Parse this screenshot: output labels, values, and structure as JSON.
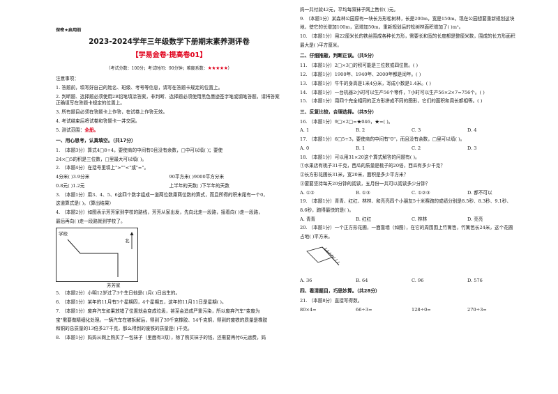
{
  "header": {
    "secret": "保密★启用前",
    "title": "2023-2024学年三年级数学下册期末素养测评卷",
    "subtitle": "【学易金卷·提高卷01】",
    "meta": "（考试分数：100分；考试时间：90分钟；难度系数：",
    "stars": "★★★★★",
    "meta_end": "）"
  },
  "notes": {
    "heading": "注意事项：",
    "items": [
      "1. 答题前，填写好自己的姓名、班级、考号等信息，请写在答题卡规定的位置上。",
      "2. 判断题、选择题必须使用2B铅笔填涂答案，非判断、选择题必须使用黑色墨迹签字笔或钢笔答题，请将答案正确填写在答题卡规定的位置上。",
      "3. 所有题目必须在答题卡上作答，在试卷上作答无效。",
      "4. 考试结束后将试卷和答题卡一并交回。"
    ],
    "item5_prefix": "5. 测试范围：",
    "item5_value": "全册。"
  },
  "left_questions": {
    "sec1": "一、用心思考，认真填空。（共17分）",
    "q1a": "1. （本题3分）算式4□8÷4，要使商的中间有0且没有余数，□中可以填(          )；要使",
    "q1b": "24×□5的积是三位数，□里最大可以填(          )。",
    "q2": "2. （本题4分）在括号里填上\">\"\"<\"或\"=\"。",
    "q2r1": [
      "4分米(     )3.9分米",
      "90平方米(     )9000平方分米"
    ],
    "q2r2": [
      "0.8元(     )1.2元",
      "上半年的天数(     )下半年的天数"
    ],
    "q3a": "3. （本题1分）用3、4、5、6这四个数字组成一道两位数乘两位数的算式，而且所得的积末尾有一个0，",
    "q3b": "这道算式是(                    )。（算出结果）",
    "q4a": "4. （本题2分）如图表示芳芳家到学校的路线，芳芳从家出发，先向北走一段路，接着向(          )走一段路，",
    "q4b": "最后再向(          )走一段路就到学校了。",
    "map_school": "学校",
    "map_north": "北",
    "map_home": "芳芳家",
    "q5": "5. （本题2分）小明12岁过了3个生日他是(          )月(          )日出生的。",
    "q6": "6. （本题1分）某年的11月有5个星期四，4个星期五，这年的11月11日是星期(          )。",
    "q7a": "7. （本题1分）废弃汽车如果放错了位置就会变成垃圾，甚至会造成严重污染，所以废弃汽车\"变废为",
    "q7b": "宝\"需要做精细化处理。一辆汽车在被拆解后，得到了39千克橡胶、14千克铜，得到的废铁的质量是橡胶",
    "q7c": "和铜的总质量的13倍多27千克，那么得到的废铁的质量是(          )千克。",
    "q8": "8. （本题1分）妈妈从网上购买了一包袜子（里面有3双），除了购买袜子的钱，还需要再付6元运费，妈"
  },
  "right_questions": {
    "q8end": "妈一共付款42元，平均每双袜子网上售价(          )元。",
    "q9a": "9. （本题1分）某森林公园原有一块长方形松树林，长是200m，宽是150m，现在公园想要重新规划这块",
    "q9b": "地，使它的长增加100m，宽增加50m，重新规划后的松树林面积增加了(          )m²。",
    "q10a": "10. （本题1分）用22厘米长的铁丝围成各种长方形，需要长和宽的长度都是整厘米数，围成的长方形面积",
    "q10b": "最大是(          )平方厘米。",
    "sec2": "二、仔细推敲，判断正误。（共5分）",
    "q11": "11. （本题1分）2□×3□的积可能是三位数或四位数。(       )",
    "q12": "12. （本题1分）1900年、1940年、2000年都是闰年。(       )",
    "q13": "13. （本题1分）牛牛的身高是1米4分米，写成小数是1.4米。(       )",
    "q14": "14. （本题1分）一台机器2小时可以生产56个零件，7小时可以生产56×2×7=756个。(       )",
    "q15": "15. （本题1分）用四个完全相同的正方形拼成不同的图形，它们的面积和周长都相等。(       )",
    "sec3": "三、反复比较，合理选择。（共5分）",
    "q16": "16. （本题1分）9□×2□=★046，★=(          )。",
    "q16opts": [
      "A. 1",
      "B. 2",
      "C. 3",
      "D. 4"
    ],
    "q17": "17. （本题1分）6□5÷3，要使商的中间有\"0\"，而且没有余数，□里可以填(          )。",
    "q17opts": [
      "A. 0",
      "B. 1",
      "C. 2",
      "D. 3"
    ],
    "q18": "18. （本题1分）可以用31×20这个算式解答的问题有(          )。",
    "q18i1": "①水果店有桃子31千克，西瓜的质量是桃子的20倍，西瓜有多少千克？",
    "q18i2": "②长方形花圃长31米，宽20米，面积是多少平方米？",
    "q18i3": "③要要坚持每天20分钟的阅读，五月份一共可以阅读多少分钟？",
    "q18opts": [
      "A. ①②",
      "B. ①③",
      "C. ①②③",
      "D. 都不可以"
    ],
    "q19a": "19. （本题1分）青青、红红、林林、和亮亮四个小朋友5十米赛跑的成绩分别是8.5秒、8.3秒、9.1秒、",
    "q19b": "8.6秒，跑得最快的是(          )。",
    "q19opts": [
      "A. 青青",
      "B. 红红",
      "C. 林林",
      "D. 亮亮"
    ],
    "q20a": "20. （本题1分）一个正方形花圃，一面靠墙（如图），在它的周围围上竹篱笆，竹篱笆长24米，这个花圃",
    "q20b": "占地(          )平方米。",
    "q20opts": [
      "A. 36",
      "B. 64",
      "C. 96",
      "D. 576"
    ],
    "sec4": "四、看清题目，巧思妙算。（共28分）",
    "q21": "21. （本题8分）直接写得数。",
    "q21items": [
      "80×4=",
      "66÷3=",
      "128÷0=",
      "270÷3="
    ]
  }
}
